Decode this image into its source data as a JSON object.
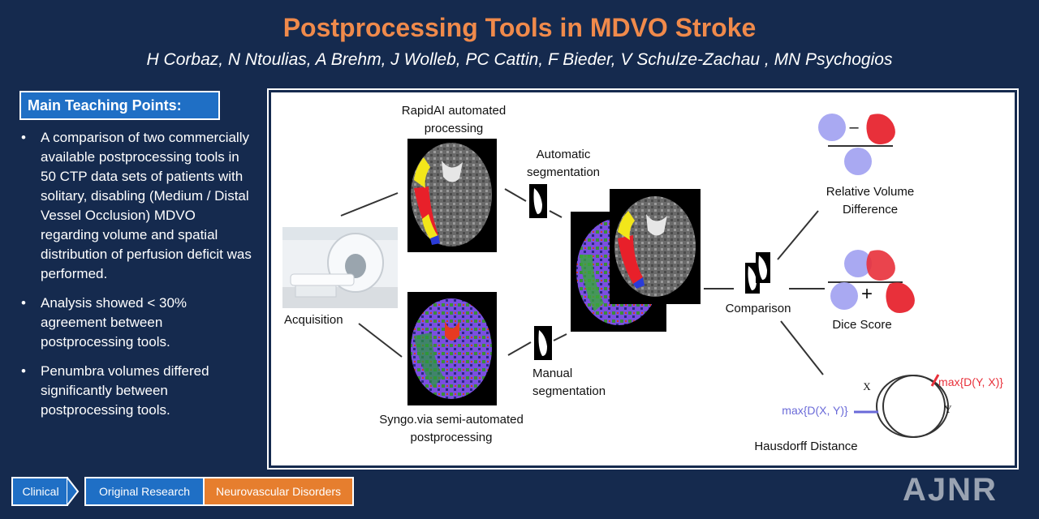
{
  "title": "Postprocessing Tools in MDVO Stroke",
  "authors": "H Corbaz, N Ntoulias, A Brehm, J Wolleb, PC Cattin, F Bieder, V Schulze-Zachau , MN Psychogios",
  "teaching": {
    "header": "Main Teaching Points:",
    "points": [
      "A comparison of two commercially available postprocessing tools in 50 CTP data sets of patients with solitary, disabling (Medium / Distal Vessel Occlusion) MDVO regarding volume and spatial distribution of perfusion deficit was performed.",
      "Analysis showed < 30% agreement between postprocessing tools.",
      "Penumbra volumes differed significantly between postprocessing tools."
    ]
  },
  "figure": {
    "rapidai": "RapidAI automated processing",
    "auto_seg": "Automatic segmentation",
    "acquisition": "Acquisition",
    "syngo": "Syngo.via semi-automated postprocessing",
    "manual_seg": "Manual segmentation",
    "comparison": "Comparison",
    "rel_vol": "Relative Volume Difference",
    "dice": "Dice Score",
    "hausdorff": "Hausdorff Distance",
    "max_xy": "max{D(X, Y)}",
    "max_yx": "max{D(Y, X)}",
    "x": "X",
    "y": "Y",
    "minus": "–",
    "plus": "+"
  },
  "tags": {
    "clinical": "Clinical",
    "research": "Original Research",
    "neuro": "Neurovascular Disorders"
  },
  "logo": "AJNR",
  "colors": {
    "background": "#152a4e",
    "title": "#f08a4b",
    "accent_blue": "#1f6fc5",
    "accent_orange": "#e67e2e",
    "lavender": "#a9a9f2",
    "red": "#e8303a"
  }
}
